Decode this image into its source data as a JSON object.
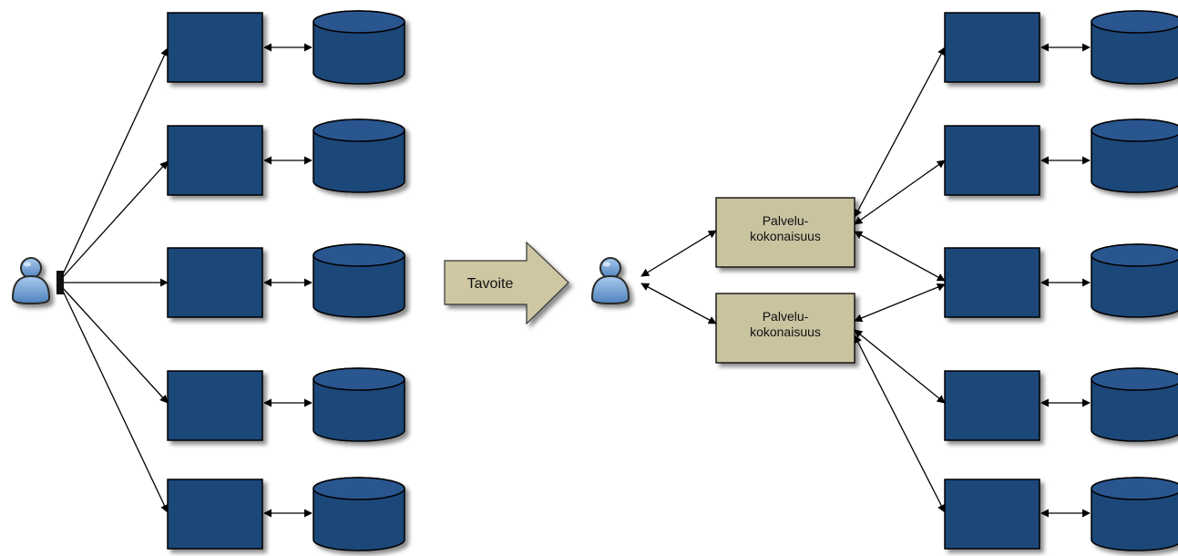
{
  "goal_arrow": {
    "label": "Tavoite"
  },
  "service_bundles": [
    {
      "line1": "Palvelu-",
      "line2": "kokonaisuus"
    },
    {
      "line1": "Palvelu-",
      "line2": "kokonaisuus"
    }
  ],
  "colors": {
    "system_box": "#1f4679",
    "database": "#1f4679",
    "service_box": "#c9c3a0",
    "goal_arrow": "#cfc7a2",
    "connector": "#000000",
    "user_icon": "#6f9fd3"
  },
  "icons": {
    "user": "user-icon",
    "database": "database-icon",
    "system": "system-box"
  }
}
